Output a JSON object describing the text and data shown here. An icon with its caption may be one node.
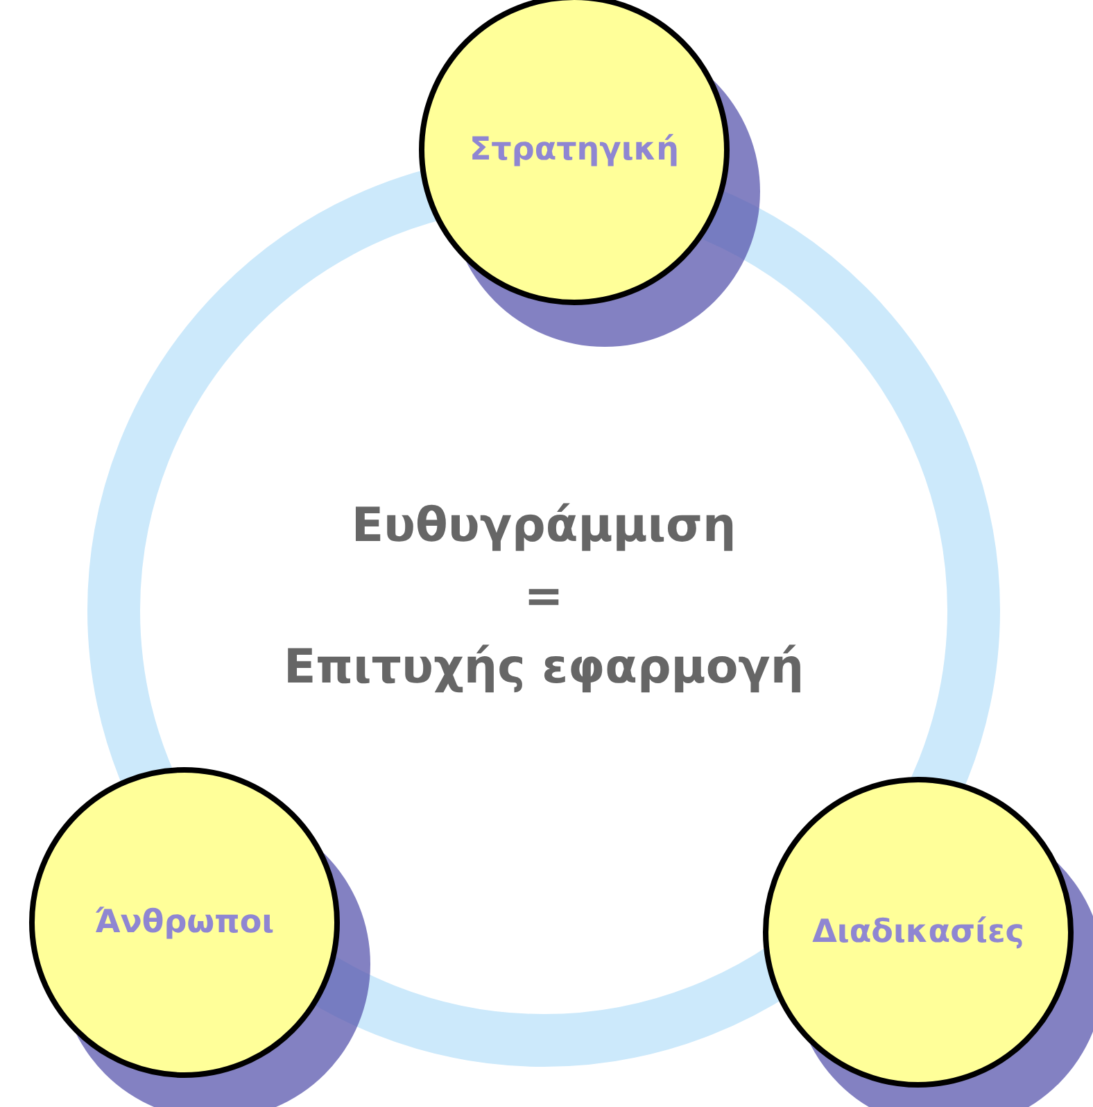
{
  "diagram": {
    "nodes": [
      {
        "text": [
          "Ευθυγράμμιση",
          "=",
          "Επιτυχής εφαρμογή"
        ]
      },
      {
        "text": [
          "Στρατηγική"
        ]
      },
      {
        "text": [
          "Άνθρωποι"
        ]
      },
      {
        "text": [
          "Διαδικασίες"
        ]
      }
    ]
  }
}
